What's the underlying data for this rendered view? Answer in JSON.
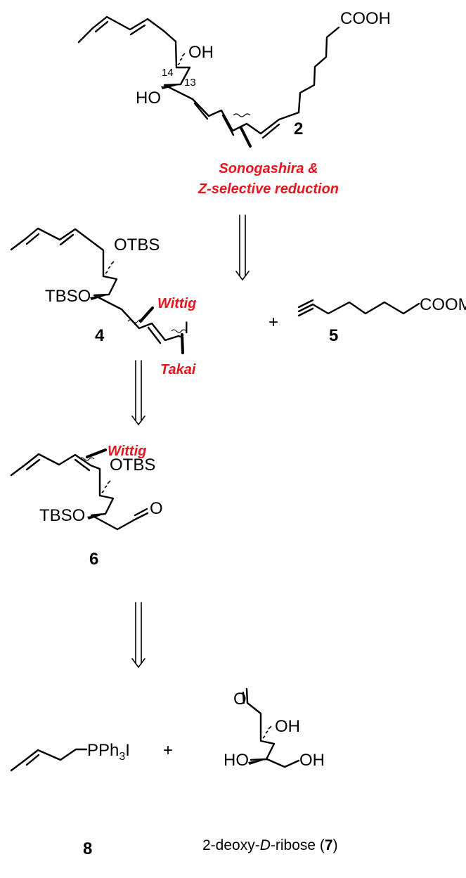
{
  "compound_2": {
    "acid": "COOH",
    "hydroxyl_upper": "OH",
    "hydroxyl_lower": "HO",
    "locant_14": "14",
    "locant_13": "13",
    "number": "2"
  },
  "disconnection_1": {
    "line1": "Sonogashira &",
    "line2": "Z-selective reduction"
  },
  "compound_4": {
    "otbs": "OTBS",
    "tbso": "TBSO",
    "iodide": "I",
    "wittig_label": "Wittig",
    "takai_label": "Takai",
    "number": "4"
  },
  "plus_1": "+",
  "compound_5": {
    "ester": "COOMe",
    "number": "5"
  },
  "compound_6": {
    "wittig_label": "Wittig",
    "otbs": "OTBS",
    "tbso": "TBSO",
    "oxygen": "O",
    "number": "6"
  },
  "compound_8": {
    "phosphonium": "PPh",
    "subscript": "3",
    "iodide": "I",
    "number": "8"
  },
  "plus_2": "+",
  "compound_7": {
    "oxygen": "O",
    "hydroxyl_a": "OH",
    "hydroxyl_b": "HO",
    "hydroxyl_c": "OH",
    "caption_prefix": "2-deoxy-",
    "caption_italic": "D",
    "caption_middle": "-ribose (",
    "caption_number": "7",
    "caption_suffix": ")"
  }
}
